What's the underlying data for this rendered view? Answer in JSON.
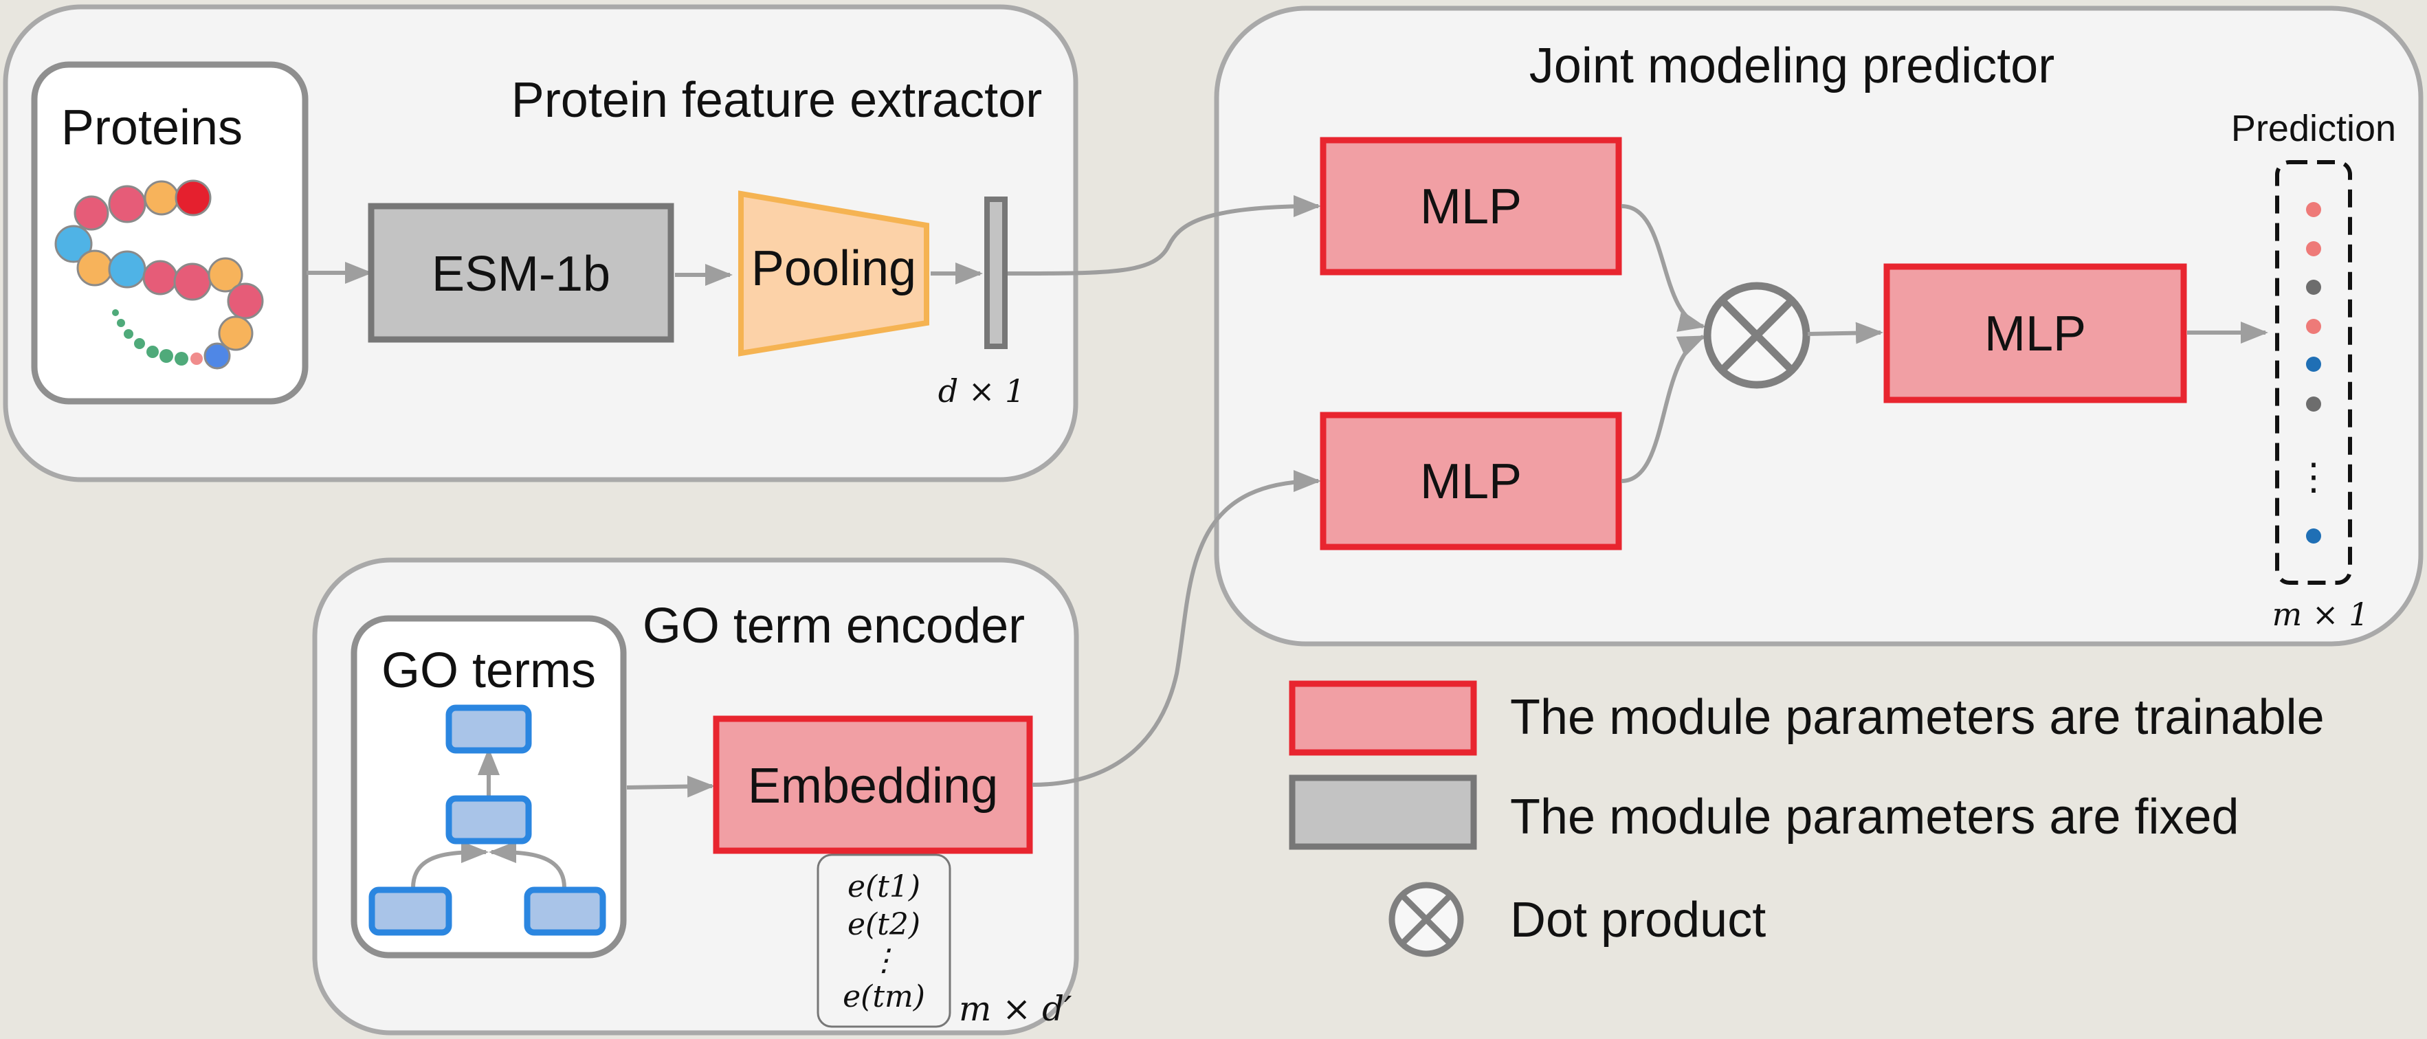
{
  "protein_extractor": {
    "title": "Protein feature extractor",
    "proteins_label": "Proteins",
    "esm_label": "ESM-1b",
    "pooling_label": "Pooling",
    "vector_dim": "d × 1"
  },
  "go_encoder": {
    "title": "GO term encoder",
    "go_terms_label": "GO terms",
    "embedding_label": "Embedding",
    "matrix_rows": [
      "e(t1)",
      "e(t2)",
      "⋮",
      "e(tm)"
    ],
    "matrix_dim": "m × d′"
  },
  "joint_predictor": {
    "title": "Joint modeling predictor",
    "mlp_top_label": "MLP",
    "mlp_bottom_label": "MLP",
    "mlp_out_label": "MLP",
    "prediction_label": "Prediction",
    "prediction_dim": "m × 1",
    "prediction_dots": [
      "#ee7a78",
      "#ee7a78",
      "#6d6d6d",
      "#ee7a78",
      "#1f6fb5",
      "#6d6d6d",
      "#1f6fb5"
    ]
  },
  "legend": {
    "trainable": "The module parameters are trainable",
    "fixed": "The module parameters are fixed",
    "dot_product": "Dot product"
  },
  "colors": {
    "trainable_fill": "#f19fa4",
    "trainable_border": "#e8252f",
    "fixed_fill": "#c3c3c3",
    "fixed_border": "#777777",
    "pooling_fill": "#fcd2a8",
    "pooling_border": "#f5b352",
    "go_node_fill": "#a9c4e8",
    "go_node_border": "#2b86e0",
    "panel_fill": "#f4f4f4",
    "panel_border": "#a9a9a9",
    "arrow": "#9e9e9e"
  }
}
